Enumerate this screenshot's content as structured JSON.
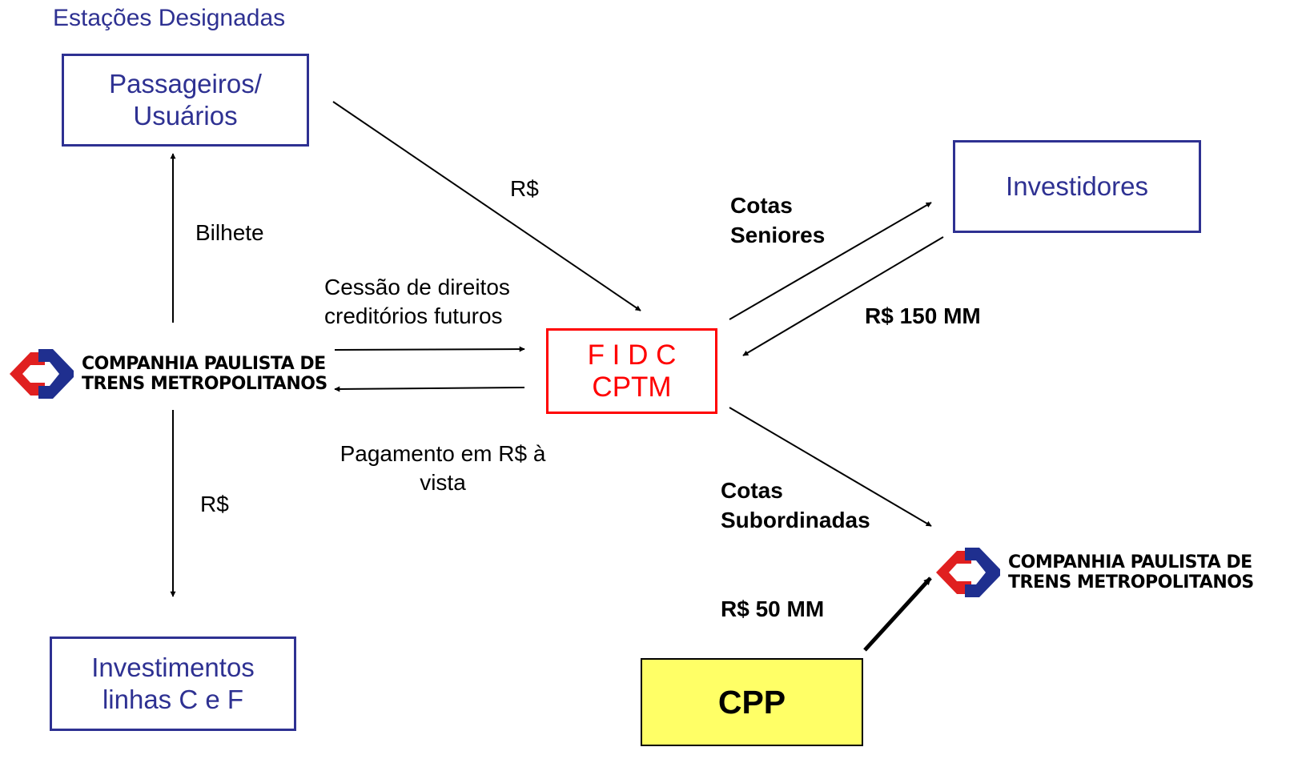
{
  "header": {
    "title": "Estações Designadas"
  },
  "boxes": {
    "passageiros": {
      "line1": "Passageiros/",
      "line2": "Usuários"
    },
    "investidores": {
      "label": "Investidores"
    },
    "investimentos": {
      "line1": "Investimentos",
      "line2": "linhas C e F"
    },
    "fidc": {
      "line1": "F I D C",
      "line2": "CPTM"
    },
    "cpp": {
      "label": "CPP"
    }
  },
  "labels": {
    "bilhete": "Bilhete",
    "rs_top": "R$",
    "rs_left": "R$",
    "cessao_line1": "Cessão de direitos",
    "cessao_line2": "creditórios futuros",
    "pagamento_line1": "Pagamento  em R$ à",
    "pagamento_line2": "vista",
    "cotas_seniores_line1": "Cotas",
    "cotas_seniores_line2": "Seniores",
    "rs150": "R$ 150 MM",
    "cotas_sub_line1": "Cotas",
    "cotas_sub_line2": "Subordinadas",
    "rs50": "R$ 50 MM"
  },
  "logos": {
    "left": {
      "line1": "COMPANHIA PAULISTA DE",
      "line2": "TRENS METROPOLITANOS"
    },
    "right": {
      "line1": "COMPANHIA PAULISTA DE",
      "line2": "TRENS METROPOLITANOS"
    }
  },
  "colors": {
    "box_border": "#2e3192",
    "fidc": "#ff0000",
    "cpp_fill": "#ffff66",
    "logo_red": "#e02020",
    "logo_blue": "#1f2f8f"
  }
}
